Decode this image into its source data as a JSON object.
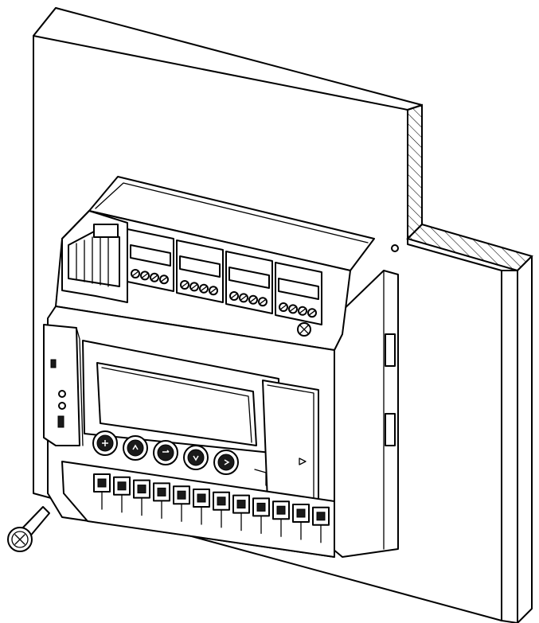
{
  "figure": {
    "subject": "controller-panel-mounting",
    "colors": {
      "line": "#000000",
      "fill": "#ffffff",
      "dark": "#1a1a1a"
    },
    "keypad_buttons": [
      {
        "icon": "settings-button-icon"
      },
      {
        "icon": "arrow-up-button-icon"
      },
      {
        "icon": "enter-button-icon"
      },
      {
        "icon": "arrow-down-button-icon"
      },
      {
        "icon": "arrow-right-button-icon"
      }
    ],
    "status_leds": 3,
    "top_terminal_blocks": 4,
    "bottom_terminal_screws": 12
  }
}
